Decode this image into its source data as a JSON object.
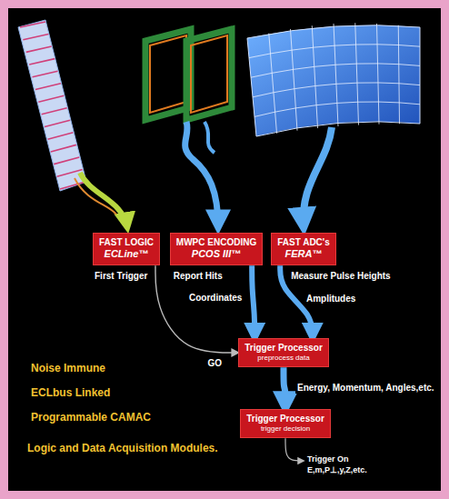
{
  "diagram": {
    "nodes": [
      {
        "text": [
          "FAST LOGIC",
          "ECLine™"
        ]
      },
      {
        "text": [
          "MWPC ENCODING",
          "PCOS III™"
        ]
      },
      {
        "text": [
          "FAST ADC's",
          "FERA™"
        ]
      },
      {
        "text": [
          "Trigger Processor",
          "preprocess data"
        ]
      },
      {
        "text": [
          "Trigger Processor",
          "trigger decision"
        ]
      }
    ],
    "edges": [
      {
        "from": 0,
        "to": 3,
        "label": "GO",
        "arrow": "to"
      },
      {
        "from": 1,
        "to": 3,
        "label": "Coordinates",
        "arrow": "to"
      },
      {
        "from": 2,
        "to": 3,
        "label": "Amplitudes",
        "arrow": "to"
      },
      {
        "from": 3,
        "to": 4,
        "label": "Energy, Momentum, Angles,etc.",
        "arrow": "to"
      }
    ],
    "labels": [
      "First Trigger",
      "Report Hits",
      "Measure Pulse Heights",
      "Trigger On E,m,P⊥,y,Z,etc.",
      "Noise Immune",
      "ECLbus Linked",
      "Programmable CAMAC",
      "Logic and Data Acquisition Modules."
    ]
  }
}
